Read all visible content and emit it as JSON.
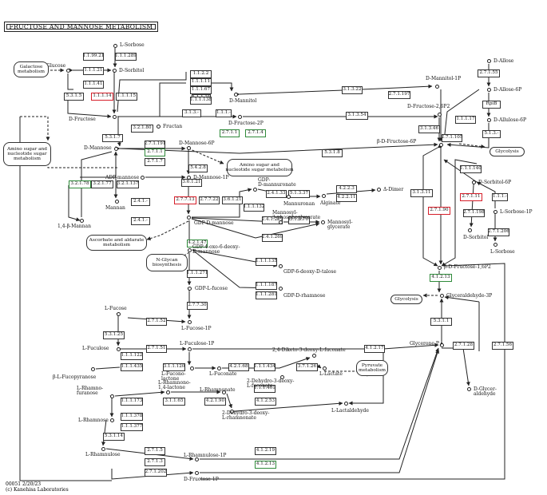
{
  "title": "FRUCTOSE AND MANNOSE METABOLISM",
  "footer": {
    "code": "00051 2/20/23",
    "copyright": "(c) Kanehisa Laboratories"
  },
  "colors": {
    "line": "#222222",
    "red": "#d61f2a",
    "green": "#2f8a3a"
  },
  "enzymes": [
    {
      "id": "e1",
      "label": "1.1.99.21",
      "hl": "none"
    },
    {
      "id": "e2",
      "label": "1.1.1.289",
      "hl": "none"
    },
    {
      "id": "e3",
      "label": "1.1.1.21",
      "hl": "none"
    },
    {
      "id": "e4",
      "label": "1.1.1.14",
      "hl": "red"
    },
    {
      "id": "e5",
      "label": "1.1.1.15",
      "hl": "none"
    },
    {
      "id": "e6",
      "label": "1.1.1.21",
      "hl": "none"
    },
    {
      "id": "e7",
      "label": "5.3.1.5",
      "hl": "none"
    },
    {
      "id": "e8",
      "label": "1.1.1.41",
      "hl": "none"
    },
    {
      "id": "e9",
      "label": "1.1.2.2",
      "hl": "none"
    },
    {
      "id": "e10",
      "label": "1.1.1.11",
      "hl": "none"
    },
    {
      "id": "e11",
      "label": "1.1.1.67",
      "hl": "none"
    },
    {
      "id": "e12",
      "label": "1.1.1.138",
      "hl": "none"
    },
    {
      "id": "e13",
      "label": "3.1.3.-",
      "hl": "none"
    },
    {
      "id": "e14",
      "label": "1.1.1.-",
      "hl": "none"
    },
    {
      "id": "e15",
      "label": "3.2.1.80",
      "hl": "none"
    },
    {
      "id": "e16",
      "label": "2.7.1.1",
      "hl": "green"
    },
    {
      "id": "e17",
      "label": "2.7.1.4",
      "hl": "green"
    },
    {
      "id": "e18",
      "label": "5.3.1.7",
      "hl": "none"
    },
    {
      "id": "e19",
      "label": "2.7.1.191",
      "hl": "none"
    },
    {
      "id": "e20",
      "label": "2.7.1.1",
      "hl": "green"
    },
    {
      "id": "e21",
      "label": "2.7.1.7",
      "hl": "none"
    },
    {
      "id": "e22",
      "label": "5.4.2.8",
      "hl": "none"
    },
    {
      "id": "e23",
      "label": "3.2.1.78",
      "hl": "green"
    },
    {
      "id": "e24",
      "label": "3.2.1.77",
      "hl": "none"
    },
    {
      "id": "e25",
      "label": "3.2.1.137",
      "hl": "none"
    },
    {
      "id": "e26",
      "label": "3.6.1.21",
      "hl": "none"
    },
    {
      "id": "e27",
      "label": "2.7.7.13",
      "hl": "red"
    },
    {
      "id": "e28",
      "label": "2.7.7.22",
      "hl": "none"
    },
    {
      "id": "e29",
      "label": "3.6.1.21",
      "hl": "none"
    },
    {
      "id": "e30",
      "label": "2.4.1.-",
      "hl": "none"
    },
    {
      "id": "e31",
      "label": "2.4.1.-",
      "hl": "none"
    },
    {
      "id": "e32",
      "label": "3.1.3.22",
      "hl": "none"
    },
    {
      "id": "e33",
      "label": "2.7.1.197",
      "hl": "none"
    },
    {
      "id": "e34",
      "label": "3.1.3.54",
      "hl": "none"
    },
    {
      "id": "e35",
      "label": "2.7.1.105",
      "hl": "none"
    },
    {
      "id": "e36",
      "label": "3.1.3.46",
      "hl": "none"
    },
    {
      "id": "e37",
      "label": "5.3.1.8",
      "hl": "none"
    },
    {
      "id": "e38",
      "label": "2.4.1.33",
      "hl": "none"
    },
    {
      "id": "e39",
      "label": "5.1.3.37",
      "hl": "none"
    },
    {
      "id": "e40",
      "label": "4.2.2.3",
      "hl": "none"
    },
    {
      "id": "e41",
      "label": "4.2.2.11",
      "hl": "none"
    },
    {
      "id": "e42",
      "label": "1.1.1.132",
      "hl": "none"
    },
    {
      "id": "e43",
      "label": "2.4.1.217",
      "hl": "none"
    },
    {
      "id": "e44",
      "label": "3.1.3.70",
      "hl": "none"
    },
    {
      "id": "e45",
      "label": "2.4.1.269",
      "hl": "none"
    },
    {
      "id": "e46",
      "label": "4.2.1.47",
      "hl": "green"
    },
    {
      "id": "e47",
      "label": "1.1.1.135",
      "hl": "none"
    },
    {
      "id": "e48",
      "label": "1.1.1.271",
      "hl": "none"
    },
    {
      "id": "e49",
      "label": "1.1.1.187",
      "hl": "none"
    },
    {
      "id": "e50",
      "label": "1.1.1.281",
      "hl": "none"
    },
    {
      "id": "e51",
      "label": "2.7.7.30",
      "hl": "none"
    },
    {
      "id": "e52",
      "label": "2.7.1.52",
      "hl": "none"
    },
    {
      "id": "e53",
      "label": "5.3.1.25",
      "hl": "none"
    },
    {
      "id": "e54",
      "label": "2.7.1.51",
      "hl": "none"
    },
    {
      "id": "e55",
      "label": "1.1.1.122",
      "hl": "none"
    },
    {
      "id": "e56",
      "label": "1.1.1.435",
      "hl": "none"
    },
    {
      "id": "e57",
      "label": "3.1.1.120",
      "hl": "none"
    },
    {
      "id": "e58",
      "label": "4.2.1.68",
      "hl": "none"
    },
    {
      "id": "e59",
      "label": "1.1.1.434",
      "hl": "none"
    },
    {
      "id": "e60",
      "label": "3.7.1.26",
      "hl": "none"
    },
    {
      "id": "e61",
      "label": "1.1.1.401",
      "hl": "none"
    },
    {
      "id": "e62",
      "label": "4.1.2.17",
      "hl": "none"
    },
    {
      "id": "e63",
      "label": "1.1.1.173",
      "hl": "none"
    },
    {
      "id": "e64",
      "label": "1.1.1.378",
      "hl": "none"
    },
    {
      "id": "e65",
      "label": "1.1.1.377",
      "hl": "none"
    },
    {
      "id": "e66",
      "label": "3.1.1.65",
      "hl": "none"
    },
    {
      "id": "e67",
      "label": "4.2.1.90",
      "hl": "none"
    },
    {
      "id": "e68",
      "label": "4.1.2.53",
      "hl": "none"
    },
    {
      "id": "e69",
      "label": "5.3.1.14",
      "hl": "none"
    },
    {
      "id": "e70",
      "label": "2.7.1.5",
      "hl": "none"
    },
    {
      "id": "e71",
      "label": "4.1.2.19",
      "hl": "none"
    },
    {
      "id": "e72",
      "label": "2.7.1.3",
      "hl": "none"
    },
    {
      "id": "e73",
      "label": "2.7.1.202",
      "hl": "none"
    },
    {
      "id": "e74",
      "label": "4.1.2.13",
      "hl": "green"
    },
    {
      "id": "e75",
      "label": "2.7.1.55",
      "hl": "none"
    },
    {
      "id": "e76",
      "label": "RpiB",
      "hl": "none"
    },
    {
      "id": "e77",
      "label": "5.1.3.-",
      "hl": "none"
    },
    {
      "id": "e78",
      "label": "1.1.1.17",
      "hl": "none"
    },
    {
      "id": "e79",
      "label": "1.1.1.140",
      "hl": "none"
    },
    {
      "id": "e80",
      "label": "2.7.1.11",
      "hl": "red"
    },
    {
      "id": "e81",
      "label": "3.1.3.11",
      "hl": "none"
    },
    {
      "id": "e82",
      "label": "2.7.1.90",
      "hl": "red"
    },
    {
      "id": "e83",
      "label": "2.7.1.198",
      "hl": "none"
    },
    {
      "id": "e84",
      "label": "1.1.1.-",
      "hl": "none"
    },
    {
      "id": "e85",
      "label": "2.7.1.206",
      "hl": "none"
    },
    {
      "id": "e86",
      "label": "4.1.2.13",
      "hl": "green"
    },
    {
      "id": "e87",
      "label": "5.3.1.1",
      "hl": "none"
    },
    {
      "id": "e88",
      "label": "2.7.1.28",
      "hl": "none"
    },
    {
      "id": "e89",
      "label": "2.7.1.56",
      "hl": "none"
    }
  ],
  "compounds": [
    {
      "id": "c1",
      "label": "L-Sorbose"
    },
    {
      "id": "c2",
      "label": "α-D-Glucose"
    },
    {
      "id": "c3",
      "label": "D-Sorbitol"
    },
    {
      "id": "c4",
      "label": "D-Mannitol"
    },
    {
      "id": "c5",
      "label": "D-Mannitol-1P"
    },
    {
      "id": "c6",
      "label": "D-Fructose"
    },
    {
      "id": "c7",
      "label": "Fructan"
    },
    {
      "id": "c8",
      "label": "D-Fructose-2P"
    },
    {
      "id": "c9",
      "label": "D-Fructose-2,6P2"
    },
    {
      "id": "c10",
      "label": "β-D-Fructose-6P"
    },
    {
      "id": "c11",
      "label": "D-Mannose"
    },
    {
      "id": "c12",
      "label": "D-Mannose-6P"
    },
    {
      "id": "c13",
      "label": "D-Mannose-1P"
    },
    {
      "id": "c14",
      "label": "ADP-mannose"
    },
    {
      "id": "c15",
      "label": "Mannan"
    },
    {
      "id": "c16",
      "label": "1,4-β-Mannan"
    },
    {
      "id": "c17",
      "label": "GDP-\nD-mannuronate"
    },
    {
      "id": "c18",
      "label": "Mannuronan"
    },
    {
      "id": "c19",
      "label": "Alginate"
    },
    {
      "id": "c20",
      "label": "Δ-Dimer"
    },
    {
      "id": "c21",
      "label": "GDP-D-mannose"
    },
    {
      "id": "c22",
      "label": "Mannosyl-\n3-phosphoglycerate"
    },
    {
      "id": "c23",
      "label": "Mannosyl-\nglycerate"
    },
    {
      "id": "c24",
      "label": "GDP-4-oxo-6-deoxy-\nD-mannose"
    },
    {
      "id": "c25",
      "label": "GDP-6-deoxy-D-talose"
    },
    {
      "id": "c26",
      "label": "GDP-L-fucose"
    },
    {
      "id": "c27",
      "label": "GDP-D-rhamnose"
    },
    {
      "id": "c28",
      "label": "L-Fucose"
    },
    {
      "id": "c29",
      "label": "L-Fucose-1P"
    },
    {
      "id": "c30",
      "label": "L-Fuculose"
    },
    {
      "id": "c31",
      "label": "L-Fuculose-1P"
    },
    {
      "id": "c32",
      "label": "β-L-Fucopyranose"
    },
    {
      "id": "c33",
      "label": "L-Fucono-\nlactone"
    },
    {
      "id": "c34",
      "label": "L-Fuconate"
    },
    {
      "id": "c35",
      "label": "2,4-Diketo-3-deoxy-L-fuconate"
    },
    {
      "id": "c36",
      "label": "2-Dehydro-3-deoxy-\nL-fuconate"
    },
    {
      "id": "c37",
      "label": "L-Lactate"
    },
    {
      "id": "c38",
      "label": "L-Rhamno-\nfuranose"
    },
    {
      "id": "c39",
      "label": "L-Rhamnono-\n1,4-lactone"
    },
    {
      "id": "c40",
      "label": "L-Rhamnonate"
    },
    {
      "id": "c41",
      "label": "2-Dehydro-3-deoxy-\nL-rhamnonate"
    },
    {
      "id": "c42",
      "label": "L-Lactaldehyde"
    },
    {
      "id": "c43",
      "label": "L-Rhamnose"
    },
    {
      "id": "c44",
      "label": "L-Rhamnulose"
    },
    {
      "id": "c45",
      "label": "L-Rhamnulose-1P"
    },
    {
      "id": "c46",
      "label": "D-Fructose-1P"
    },
    {
      "id": "c47",
      "label": "Glycerone-P"
    },
    {
      "id": "c48",
      "label": "D-Glycer-\naldehyde"
    },
    {
      "id": "c49",
      "label": "Glyceraldehyde-3P"
    },
    {
      "id": "c50",
      "label": "β-D-Fructose-1,6P2"
    },
    {
      "id": "c51",
      "label": "D-Allose"
    },
    {
      "id": "c52",
      "label": "D-Allose-6P"
    },
    {
      "id": "c53",
      "label": "D-Allulose-6P"
    },
    {
      "id": "c54",
      "label": "D-Sorbitol-6P"
    },
    {
      "id": "c55",
      "label": "D-Sorbitol"
    },
    {
      "id": "c56",
      "label": "L-Sorbose-1P"
    },
    {
      "id": "c57",
      "label": "L-Sorbose"
    }
  ],
  "maps": [
    {
      "id": "m1",
      "label": "Galactose\nmetabolism"
    },
    {
      "id": "m2",
      "label": "Amino sugar and\nnucleotide sugar\nmetabolism"
    },
    {
      "id": "m3",
      "label": "Amino sugar and\nnucleotide sugar metabolism"
    },
    {
      "id": "m4",
      "label": "Ascorbate and aldarate\nmetabolism"
    },
    {
      "id": "m5",
      "label": "N-Glycan\nbiosynthesis"
    },
    {
      "id": "m6",
      "label": "Pyruvate\nmetabolism"
    },
    {
      "id": "m7",
      "label": "Glycolysis"
    },
    {
      "id": "m8",
      "label": "Glycolysis"
    }
  ]
}
